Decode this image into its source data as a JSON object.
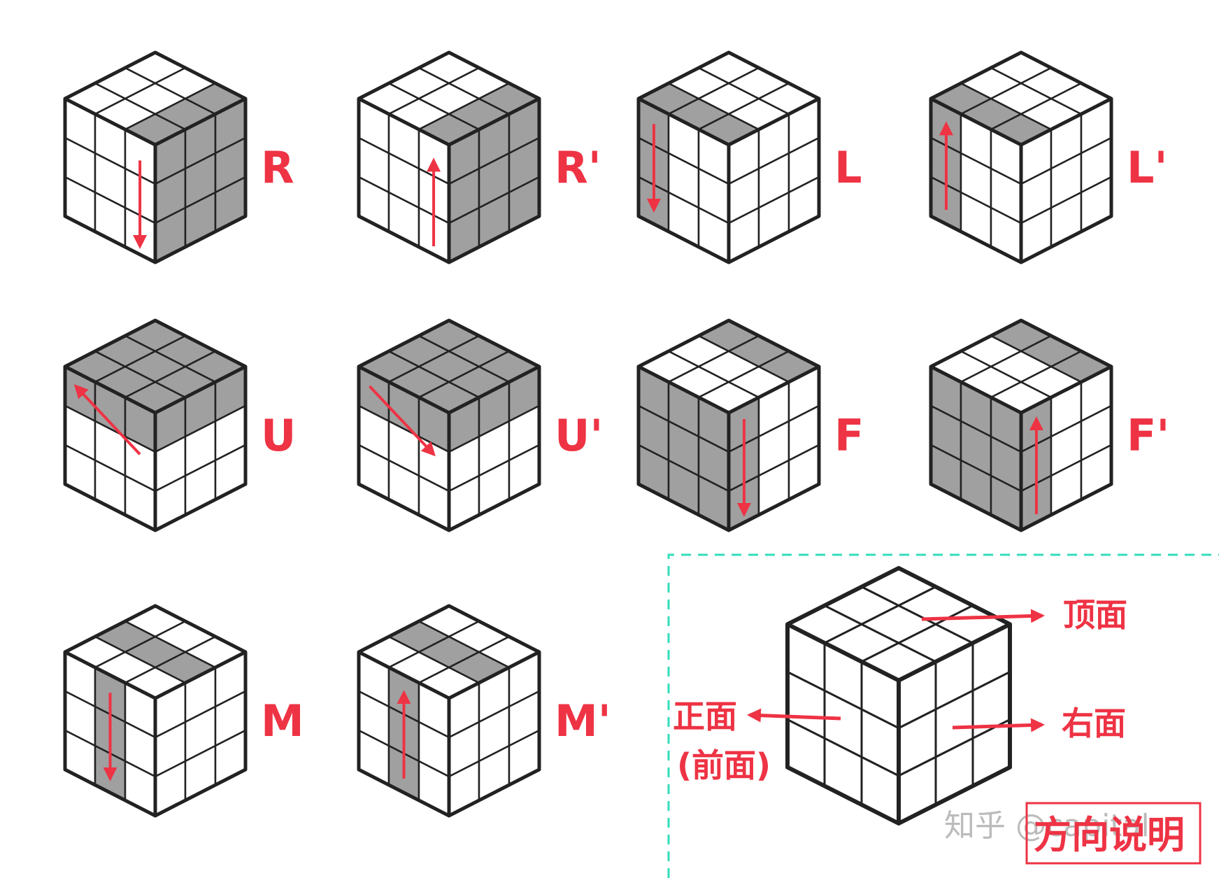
{
  "colors": {
    "accent": "#ee3344",
    "shade": "#a0a0a0",
    "face": "#ffffff",
    "outline": "#222222",
    "legend_box": "#33ddbb"
  },
  "moves": [
    {
      "id": "R",
      "label": "R",
      "row": 0,
      "col": 0,
      "shade": "right_col",
      "arrow": "up"
    },
    {
      "id": "Rp",
      "label": "R'",
      "row": 0,
      "col": 1,
      "shade": "right_col",
      "arrow": "down"
    },
    {
      "id": "L",
      "label": "L",
      "row": 0,
      "col": 2,
      "shade": "left_col",
      "arrow": "down"
    },
    {
      "id": "Lp",
      "label": "L'",
      "row": 0,
      "col": 3,
      "shade": "left_col",
      "arrow": "up"
    },
    {
      "id": "U",
      "label": "U",
      "row": 1,
      "col": 0,
      "shade": "top_layer",
      "arrow": "left"
    },
    {
      "id": "Up",
      "label": "U'",
      "row": 1,
      "col": 1,
      "shade": "top_layer",
      "arrow": "right"
    },
    {
      "id": "F",
      "label": "F",
      "row": 1,
      "col": 2,
      "shade": "front_layer",
      "arrow": "down"
    },
    {
      "id": "Fp",
      "label": "F'",
      "row": 1,
      "col": 3,
      "shade": "front_layer",
      "arrow": "up"
    },
    {
      "id": "M",
      "label": "M",
      "row": 2,
      "col": 0,
      "shade": "middle_col",
      "arrow": "down"
    },
    {
      "id": "Mp",
      "label": "M'",
      "row": 2,
      "col": 1,
      "shade": "middle_col",
      "arrow": "up"
    }
  ],
  "legend": {
    "top_label": "顶面",
    "right_label": "右面",
    "front_label_line1": "正面",
    "front_label_line2": "(前面)",
    "title": "方向说明"
  },
  "watermark": "知乎 @capital"
}
